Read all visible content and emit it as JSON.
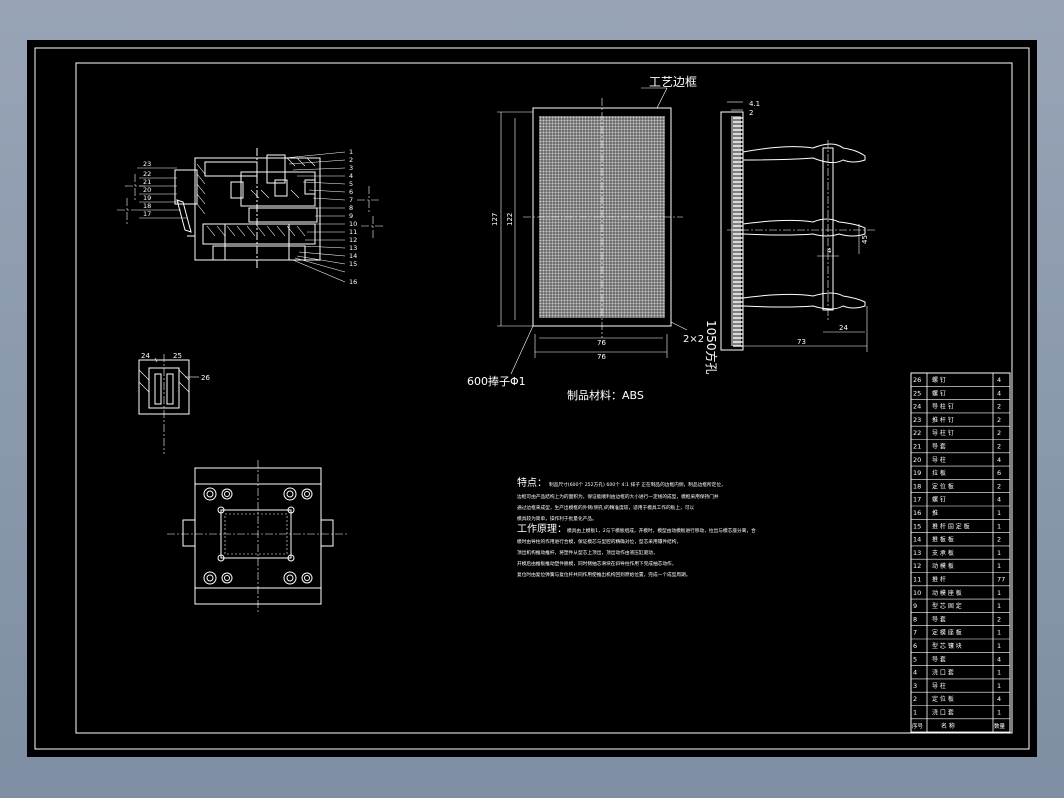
{
  "annotations": {
    "frame_label": "工艺边框",
    "material": "制品材料：ABS",
    "holes": "1050方孔",
    "pins": "600捧子Φ1",
    "chamfer": "2×2",
    "dim_76_inner": "76",
    "dim_76_outer": "76",
    "dim_73": "73",
    "dim_24": "24",
    "dim_45": "45",
    "dim_4": "4",
    "dim_127": "127",
    "dim_122": "122",
    "dim_4_1": "4.1",
    "dim_2": "2",
    "dim_24_pp": "24",
    "dim_25_pp": "25",
    "dim_26_pp": "26"
  },
  "left_view_part_numbers": [
    "23",
    "22",
    "21",
    "20",
    "19",
    "18",
    "17"
  ],
  "right_view_part_numbers": [
    "1",
    "2",
    "3",
    "4",
    "5",
    "6",
    "7",
    "8",
    "9",
    "10",
    "11",
    "12",
    "13",
    "14",
    "15",
    "16"
  ],
  "notes": {
    "feature_title": "特点：",
    "feature_lines": [
      "制品尺寸(600个 252方孔) 600个 4:1 排子 正在制品的边框内侧，制品边框所定位，",
      "边框可由产品结构上为的面积为，保证能顺利由边框的大小进行一定线的成型，模框采用保持门并",
      "通过边框来成型，生产出模框的外侧(侧孔)的精准度较，适用于模具工作的板上，可以",
      "模具较为简单，操作利于批量化产品。"
    ],
    "principle_title": "工作原理：",
    "principle_lines": [
      "模具由上模板1，2与下模板组成，开模时，模型由动模板进行移动，拉出与模芯座分离，合",
      "模时由导柱的作用进行合模，保证模芯与型腔的精确对位，型芯采用镶件结构，",
      "顶出机构推动推杆，将塑件从型芯上顶出，顶出动作由液压缸驱动，",
      "开模后由推板推动塑件脱模，同时侧抽芯滑块在斜导柱作用下完成抽芯动作，",
      "复位时由复位弹簧与复位杆共同作用使推出机构回到原始位置，完成一个成型周期。"
    ]
  },
  "bom": {
    "rows": [
      {
        "no": "26",
        "name": "螺  钉",
        "qty": "4"
      },
      {
        "no": "25",
        "name": "螺  钉",
        "qty": "4"
      },
      {
        "no": "24",
        "name": "导 柱 钉",
        "qty": "2"
      },
      {
        "no": "23",
        "name": "推 杆 钉",
        "qty": "2"
      },
      {
        "no": "22",
        "name": "导 柱 钉",
        "qty": "2"
      },
      {
        "no": "21",
        "name": "导  套",
        "qty": "2"
      },
      {
        "no": "20",
        "name": "导  柱",
        "qty": "4"
      },
      {
        "no": "19",
        "name": "拉  板",
        "qty": "6"
      },
      {
        "no": "18",
        "name": "定 位 板",
        "qty": "2"
      },
      {
        "no": "17",
        "name": "螺  钉",
        "qty": "4"
      },
      {
        "no": "16",
        "name": "推",
        "qty": "1"
      },
      {
        "no": "15",
        "name": "推 杆 固 定 板",
        "qty": "1"
      },
      {
        "no": "14",
        "name": "推 板 板",
        "qty": "2"
      },
      {
        "no": "13",
        "name": "支 承 板",
        "qty": "1"
      },
      {
        "no": "12",
        "name": "动 模 板",
        "qty": "1"
      },
      {
        "no": "11",
        "name": "推  杆",
        "qty": "77"
      },
      {
        "no": "10",
        "name": "动 模 座 板",
        "qty": "1"
      },
      {
        "no": "9",
        "name": "型 芯 固 定",
        "qty": "1"
      },
      {
        "no": "8",
        "name": "导  套",
        "qty": "2"
      },
      {
        "no": "7",
        "name": "定 模 座 板",
        "qty": "1"
      },
      {
        "no": "6",
        "name": "型 芯 镶 块",
        "qty": "1"
      },
      {
        "no": "5",
        "name": "导  套",
        "qty": "4"
      },
      {
        "no": "4",
        "name": "浇 口 套",
        "qty": "1"
      },
      {
        "no": "3",
        "name": "导  柱",
        "qty": "1"
      },
      {
        "no": "2",
        "name": "定 位 板",
        "qty": "4"
      },
      {
        "no": "1",
        "name": "浇 口 套",
        "qty": "1"
      }
    ],
    "header": {
      "no": "序号",
      "name": "名  称",
      "qty": "数量"
    }
  },
  "colors": {
    "background": "#000000",
    "lines": "#ffffff",
    "desktop": "#8c99ad"
  },
  "icons": [
    "dimension-arrow",
    "centerline",
    "crosshair"
  ]
}
